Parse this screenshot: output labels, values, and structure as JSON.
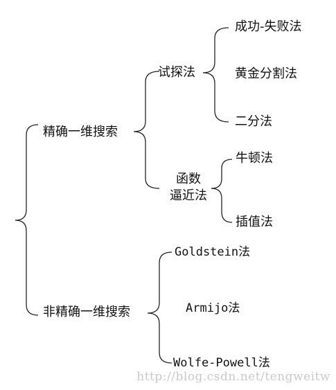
{
  "diagram": {
    "root_children": {
      "exact": {
        "label": "精确一维搜索",
        "trial": {
          "label": "试探法",
          "methods": [
            "成功-失败法",
            "黄金分割法",
            "二分法"
          ]
        },
        "approx": {
          "label_line1": "函数",
          "label_line2": "逼近法",
          "methods": [
            "牛顿法",
            "插值法"
          ]
        }
      },
      "inexact": {
        "label": "非精确一维搜索",
        "methods": [
          "Goldstein法",
          "Armijo法",
          "Wolfe-Powell法"
        ]
      }
    },
    "stroke_color": "#222222"
  },
  "watermark": "http://blog.csdn.net/tengweitw"
}
